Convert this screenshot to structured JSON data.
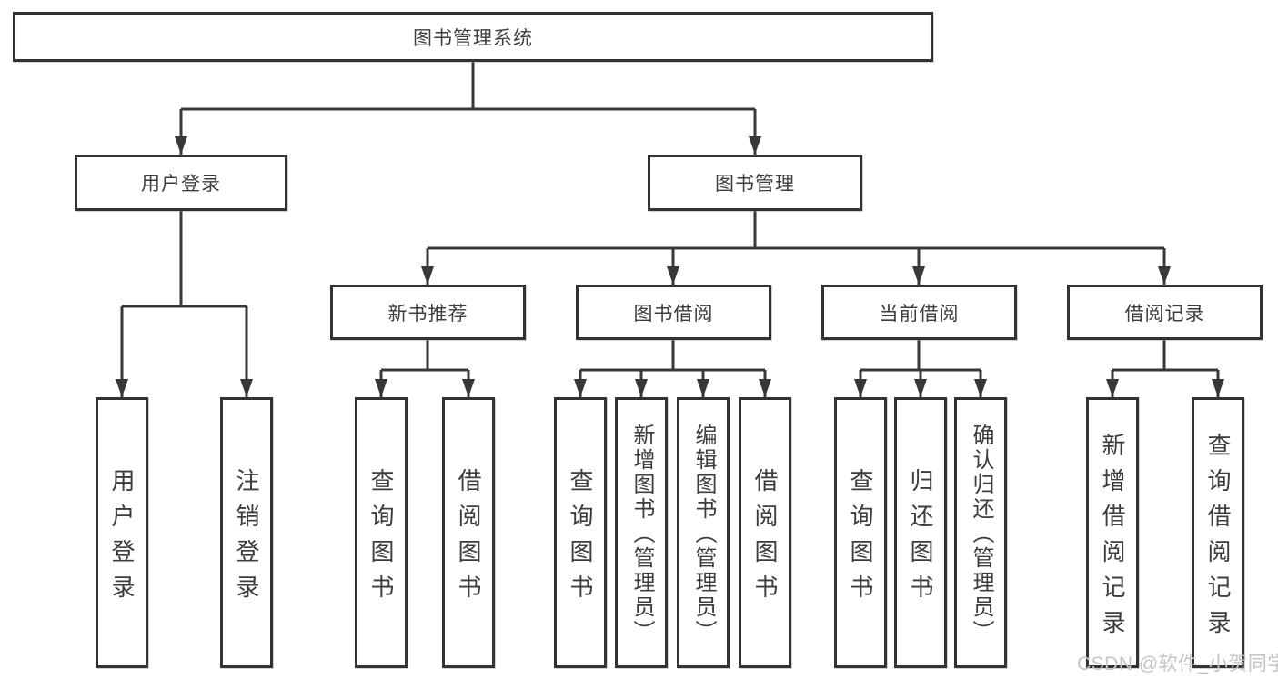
{
  "diagram": {
    "root": {
      "label": "图书管理系统"
    },
    "children": [
      {
        "label": "用户登录",
        "children": [
          {
            "label": "用户登录"
          },
          {
            "label": "注销登录"
          }
        ]
      },
      {
        "label": "图书管理",
        "children": [
          {
            "label": "新书推荐",
            "children": [
              {
                "label": "查询图书"
              },
              {
                "label": "借阅图书"
              }
            ]
          },
          {
            "label": "图书借阅",
            "children": [
              {
                "label": "查询图书"
              },
              {
                "label": "新增图书（管理员）"
              },
              {
                "label": "编辑图书（管理员）"
              },
              {
                "label": "借阅图书"
              }
            ]
          },
          {
            "label": "当前借阅",
            "children": [
              {
                "label": "查询图书"
              },
              {
                "label": "归还图书"
              },
              {
                "label": "确认归还（管理员）"
              }
            ]
          },
          {
            "label": "借阅记录",
            "children": [
              {
                "label": "新增借阅记录"
              },
              {
                "label": "查询借阅记录"
              }
            ]
          }
        ]
      }
    ]
  },
  "watermark": {
    "text": "CSDN @软件_小贺同学"
  },
  "colors": {
    "line": "#383838",
    "box_border": "#333333",
    "text": "#3d3d3d",
    "watermark": "#c5c5c5"
  }
}
